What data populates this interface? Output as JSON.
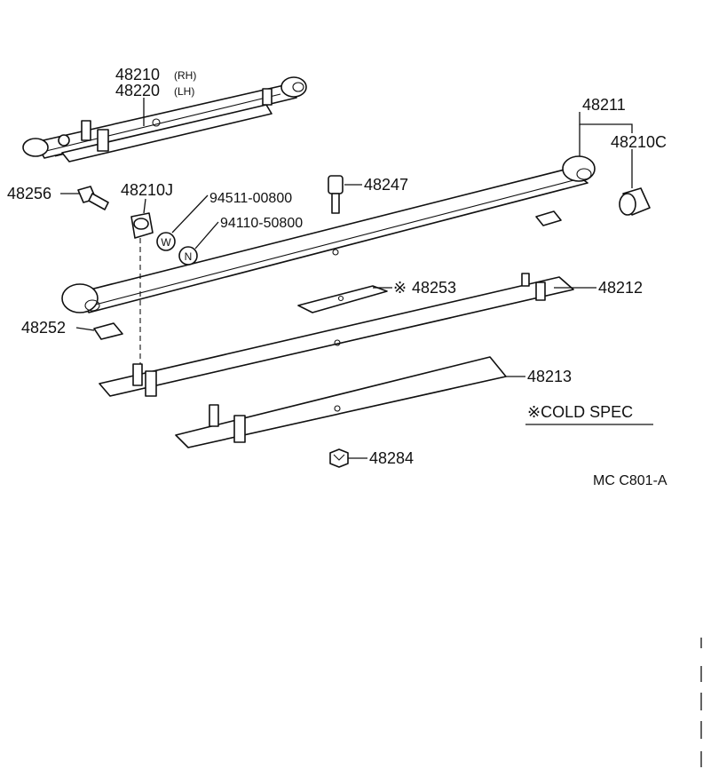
{
  "parts": {
    "leaf_spring_assy": {
      "number_rh": "48210",
      "side_rh": "(RH)",
      "number_lh": "48220",
      "side_lh": "(LH)"
    },
    "main_leaf": {
      "number": "48211"
    },
    "bushing": {
      "number": "48210C"
    },
    "clip": {
      "number": "48210J"
    },
    "bolt_48256": {
      "number": "48256"
    },
    "bolt_48247": {
      "number": "48247"
    },
    "rivet_94511": {
      "number": "94511-00800",
      "mark": "W"
    },
    "nut_94110": {
      "number": "94110-50800",
      "mark": "N"
    },
    "insert_48253": {
      "number": "48253",
      "mark": "※"
    },
    "leaf_48212": {
      "number": "48212"
    },
    "insert_48252": {
      "number": "48252"
    },
    "leaf_48213": {
      "number": "48213"
    },
    "nut_48284": {
      "number": "48284"
    }
  },
  "notes": {
    "cold_spec": "※COLD SPEC"
  },
  "diagram_code": "MC C801-A"
}
